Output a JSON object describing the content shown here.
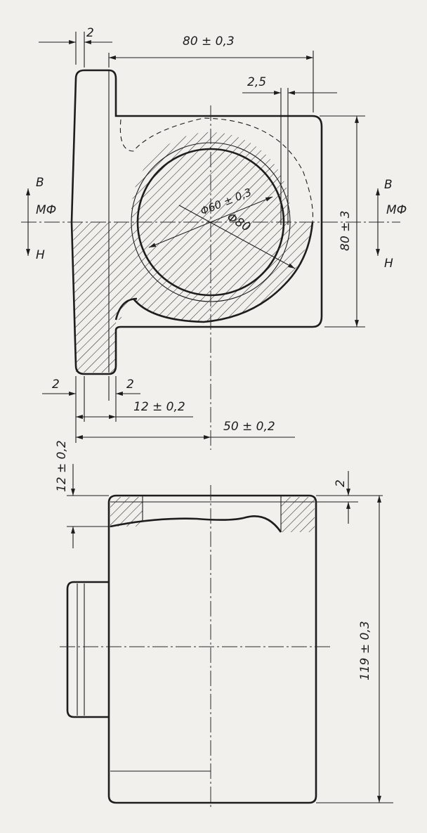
{
  "top_view": {
    "dim_flange_top": "2",
    "dim_width": "80 ± 0,3",
    "dim_offset": "2,5",
    "dim_bore": "Φ60 ± 0,3",
    "dim_boss": "Φ80",
    "dim_height": "80 ± 3",
    "dim_left_a": "2",
    "dim_left_b": "2",
    "dim_flange_thk": "12 ± 0,2",
    "dim_center": "50 ± 0,2",
    "parting_left": {
      "top": "В",
      "mid": "МФ",
      "bottom": "Н"
    },
    "parting_right": {
      "top": "В",
      "mid": "МФ",
      "bottom": "Н"
    }
  },
  "front_view": {
    "dim_rib": "12 ± 0,2",
    "dim_draft": "2",
    "dim_length": "119 ± 0,3"
  }
}
